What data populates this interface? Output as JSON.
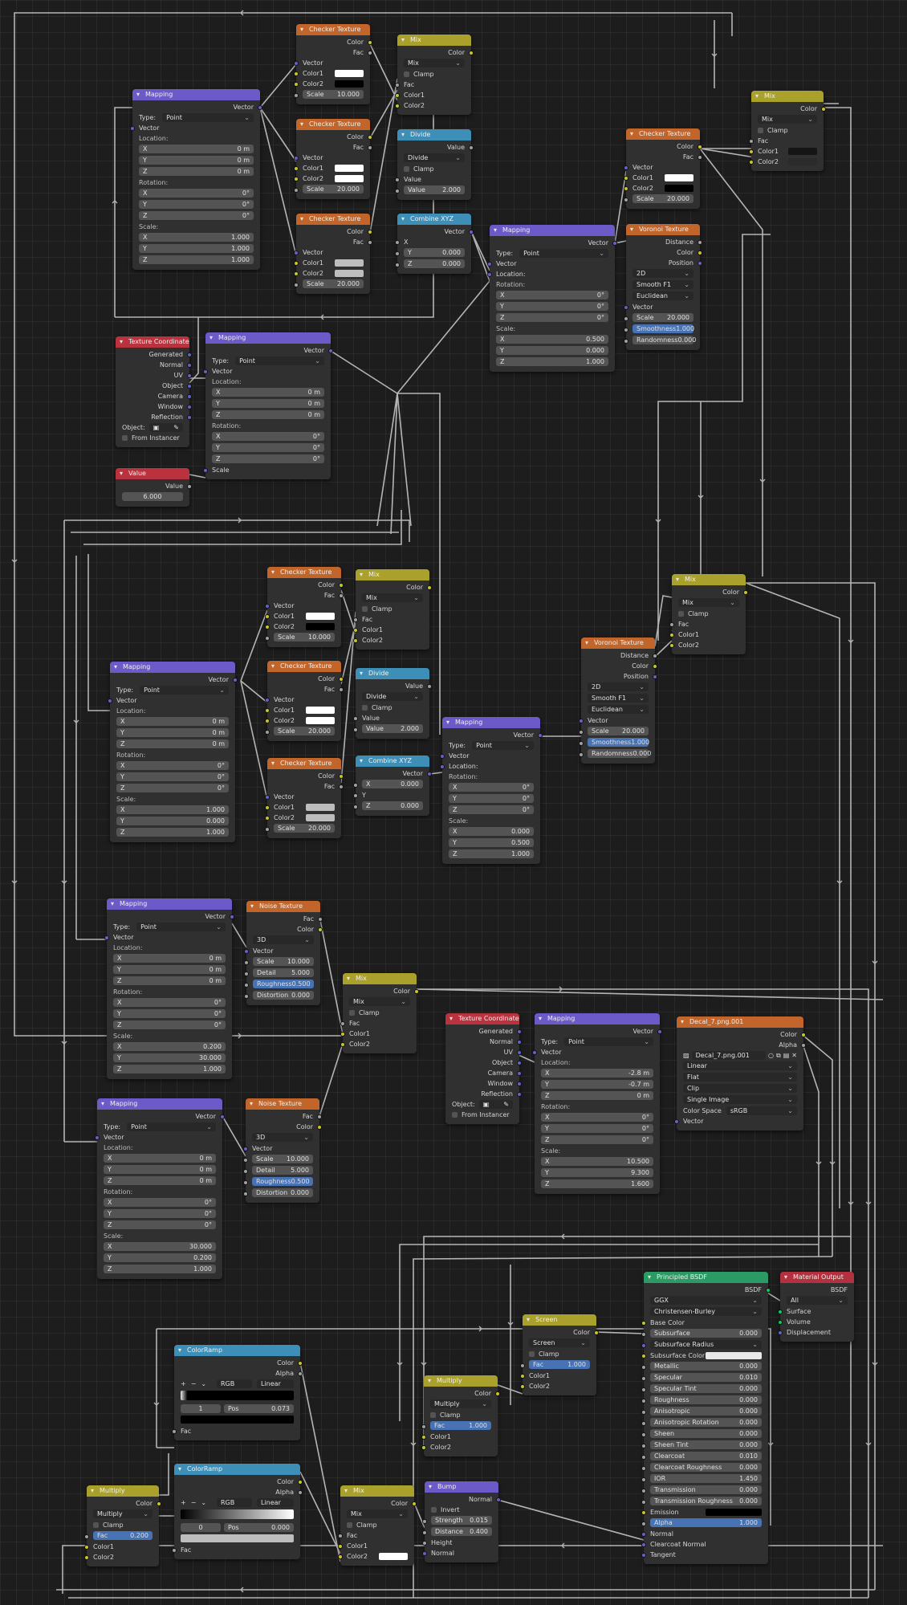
{
  "theme": {
    "mapping": "#6b5ac8",
    "texture": "#c2652a",
    "mix": "#a9a12b",
    "converter": "#3d8fb8",
    "input": "#b9323d",
    "shader": "#2c9a64",
    "output": "#b3313e",
    "vector": "#6b5ac8"
  },
  "labels": {
    "vector": "Vector",
    "color": "Color",
    "fac": "Fac",
    "color1": "Color1",
    "color2": "Color2",
    "scale": "Scale",
    "clamp": "Clamp",
    "value": "Value",
    "location": "Location:",
    "rotation": "Rotation:",
    "scale_lbl": "Scale:",
    "type": "Type:",
    "x": "X",
    "y": "Y",
    "z": "Z",
    "distance": "Distance",
    "position": "Position",
    "smoothness": "Smoothness",
    "randomness": "Randomness",
    "detail": "Detail",
    "roughness": "Roughness",
    "distortion": "Distortion",
    "alpha": "Alpha",
    "height": "Height",
    "normal": "Normal",
    "strength": "Strength",
    "invert": "Invert",
    "object": "Object:",
    "from_instancer": "From Instancer",
    "pos": "Pos",
    "colorspace": "Color Space",
    "bsdf": "BSDF",
    "surface": "Surface",
    "volume": "Volume",
    "displacement": "Displacement"
  },
  "nodes": {
    "map1": {
      "title": "Mapping",
      "type": "Point",
      "loc": [
        "0 m",
        "0 m",
        "0 m"
      ],
      "rot": [
        "0°",
        "0°",
        "0°"
      ],
      "scale": [
        "1.000",
        "1.000",
        "1.000"
      ]
    },
    "chk1": {
      "title": "Checker Texture",
      "scale": "10.000",
      "c1": "#ffffff",
      "c2": "#000000"
    },
    "chk2": {
      "title": "Checker Texture",
      "scale": "20.000",
      "c1": "#ffffff",
      "c2": "#ffffff"
    },
    "chk3": {
      "title": "Checker Texture",
      "scale": "20.000",
      "c1": "#bdbdbd",
      "c2": "#bdbdbd"
    },
    "mix1": {
      "title": "Mix",
      "blend": "Mix"
    },
    "div1": {
      "title": "Divide",
      "op": "Divide",
      "value": "2.000"
    },
    "comb1": {
      "title": "Combine XYZ",
      "y": "0.000",
      "z": "0.000"
    },
    "map2": {
      "title": "Mapping",
      "type": "Point",
      "rot": [
        "0°",
        "0°",
        "0°"
      ],
      "scale": [
        "0.500",
        "0.000",
        "1.000"
      ]
    },
    "chk4": {
      "title": "Checker Texture",
      "scale": "20.000",
      "c1": "#ffffff",
      "c2": "#000000"
    },
    "vor1": {
      "title": "Voronoi Texture",
      "dim": "2D",
      "feat": "Smooth F1",
      "metric": "Euclidean",
      "scale": "20.000",
      "smooth": "1.000",
      "rand": "0.000"
    },
    "mix2": {
      "title": "Mix",
      "blend": "Mix",
      "c1": "#151515",
      "c2": "#2b2b2b"
    },
    "tc1": {
      "title": "Texture Coordinate",
      "outs": [
        "Generated",
        "Normal",
        "UV",
        "Object",
        "Camera",
        "Window",
        "Reflection"
      ]
    },
    "map3": {
      "title": "Mapping",
      "type": "Point",
      "loc": [
        "0 m",
        "0 m",
        "0 m"
      ],
      "rot": [
        "0°",
        "0°",
        "0°"
      ]
    },
    "val1": {
      "title": "Value",
      "value": "6.000"
    },
    "map4": {
      "title": "Mapping",
      "type": "Point",
      "loc": [
        "0 m",
        "0 m",
        "0 m"
      ],
      "rot": [
        "0°",
        "0°",
        "0°"
      ],
      "scale": [
        "1.000",
        "0.000",
        "1.000"
      ]
    },
    "chk5": {
      "title": "Checker Texture",
      "scale": "10.000",
      "c1": "#ffffff",
      "c2": "#000000"
    },
    "chk6": {
      "title": "Checker Texture",
      "scale": "20.000",
      "c1": "#ffffff",
      "c2": "#ffffff"
    },
    "chk7": {
      "title": "Checker Texture",
      "scale": "20.000",
      "c1": "#bdbdbd",
      "c2": "#bdbdbd"
    },
    "mix3": {
      "title": "Mix",
      "blend": "Mix"
    },
    "div2": {
      "title": "Divide",
      "op": "Divide",
      "value": "2.000"
    },
    "comb2": {
      "title": "Combine XYZ",
      "x": "0.000",
      "z": "0.000"
    },
    "map5": {
      "title": "Mapping",
      "type": "Point",
      "rot": [
        "0°",
        "0°",
        "0°"
      ],
      "scale": [
        "0.000",
        "0.500",
        "1.000"
      ]
    },
    "vor2": {
      "title": "Voronoi Texture",
      "dim": "2D",
      "feat": "Smooth F1",
      "metric": "Euclidean",
      "scale": "20.000",
      "smooth": "1.000",
      "rand": "0.000"
    },
    "mix4": {
      "title": "Mix",
      "blend": "Mix"
    },
    "map6": {
      "title": "Mapping",
      "type": "Point",
      "loc": [
        "0 m",
        "0 m",
        "0 m"
      ],
      "rot": [
        "0°",
        "0°",
        "0°"
      ],
      "scale": [
        "0.200",
        "30.000",
        "1.000"
      ]
    },
    "noi1": {
      "title": "Noise Texture",
      "dim": "3D",
      "scale": "10.000",
      "detail": "5.000",
      "rough": "0.500",
      "dist": "0.000"
    },
    "mix5": {
      "title": "Mix",
      "blend": "Mix"
    },
    "map7": {
      "title": "Mapping",
      "type": "Point",
      "loc": [
        "0 m",
        "0 m",
        "0 m"
      ],
      "rot": [
        "0°",
        "0°",
        "0°"
      ],
      "scale": [
        "30.000",
        "0.200",
        "1.000"
      ]
    },
    "noi2": {
      "title": "Noise Texture",
      "dim": "3D",
      "scale": "10.000",
      "detail": "5.000",
      "rough": "0.500",
      "dist": "0.000"
    },
    "tc2": {
      "title": "Texture Coordinate",
      "outs": [
        "Generated",
        "Normal",
        "UV",
        "Object",
        "Camera",
        "Window",
        "Reflection"
      ]
    },
    "map8": {
      "title": "Mapping",
      "type": "Point",
      "loc": [
        "-2.8 m",
        "-0.7 m",
        "0 m"
      ],
      "rot": [
        "0°",
        "0°",
        "0°"
      ],
      "scale": [
        "10.500",
        "9.300",
        "1.600"
      ]
    },
    "img1": {
      "title": "Decal_7.png.001",
      "file": "Decal_7.png.001",
      "interp": "Linear",
      "proj": "Flat",
      "ext": "Clip",
      "src": "Single Image",
      "cs": "sRGB"
    },
    "bsdf": {
      "title": "Principled BSDF",
      "dist": "GGX",
      "ss": "Christensen-Burley",
      "fields": [
        [
          "Base Color",
          ""
        ],
        [
          "Subsurface",
          "0.000"
        ],
        [
          "Subsurface Radius",
          ""
        ],
        [
          "Subsurface Color",
          ""
        ],
        [
          "Metallic",
          "0.000"
        ],
        [
          "Specular",
          "0.010"
        ],
        [
          "Specular Tint",
          "0.000"
        ],
        [
          "Roughness",
          "0.000"
        ],
        [
          "Anisotropic",
          "0.000"
        ],
        [
          "Anisotropic Rotation",
          "0.000"
        ],
        [
          "Sheen",
          "0.000"
        ],
        [
          "Sheen Tint",
          "0.000"
        ],
        [
          "Clearcoat",
          "0.010"
        ],
        [
          "Clearcoat Roughness",
          "0.000"
        ],
        [
          "IOR",
          "1.450"
        ],
        [
          "Transmission",
          "0.000"
        ],
        [
          "Transmission Roughness",
          "0.000"
        ],
        [
          "Emission",
          ""
        ],
        [
          "Alpha",
          "1.000"
        ],
        [
          "Normal",
          ""
        ],
        [
          "Clearcoat Normal",
          ""
        ],
        [
          "Tangent",
          ""
        ]
      ]
    },
    "mout": {
      "title": "Material Output",
      "target": "All"
    },
    "scr1": {
      "title": "Screen",
      "blend": "Screen",
      "fac": "1.000"
    },
    "mul1": {
      "title": "Multiply",
      "blend": "Multiply",
      "fac": "1.000"
    },
    "ramp1": {
      "title": "ColorRamp",
      "mode": "RGB",
      "interp": "Linear",
      "idx": "1",
      "pos": "0.073"
    },
    "ramp2": {
      "title": "ColorRamp",
      "mode": "RGB",
      "interp": "Linear",
      "idx": "0",
      "pos": "0.000"
    },
    "mul2": {
      "title": "Multiply",
      "blend": "Multiply",
      "fac": "0.200"
    },
    "mix6": {
      "title": "Mix",
      "blend": "Mix"
    },
    "bump": {
      "title": "Bump",
      "strength": "0.015",
      "distance": "0.400"
    }
  }
}
